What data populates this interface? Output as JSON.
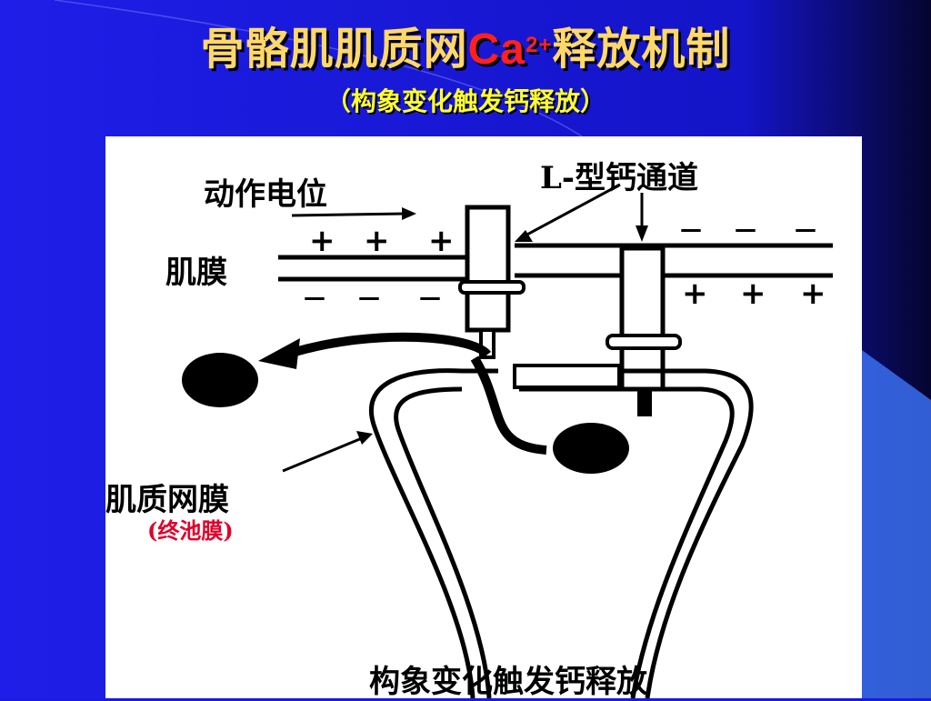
{
  "slide": {
    "title_prefix": "骨骼肌肌质网",
    "title_ion": "Ca",
    "title_charge": "2+",
    "title_suffix": "释放机制",
    "subtitle": "（构象变化触发钙释放）"
  },
  "diagram": {
    "labels": {
      "action_potential": "动作电位",
      "l_type_channel": "L-型钙通道",
      "sarcolemma": "肌膜",
      "sr_membrane": "肌质网膜",
      "terminal_cisterna": "(终池膜)",
      "caption": "构象变化触发钙释放"
    },
    "charges": {
      "positive": "+",
      "negative": "—"
    }
  },
  "colors": {
    "background": "#1a1ae0",
    "title": "#ffd86a",
    "ion": "#ff2020",
    "subtitle": "#ffff33",
    "accent_label": "#e0002a"
  }
}
